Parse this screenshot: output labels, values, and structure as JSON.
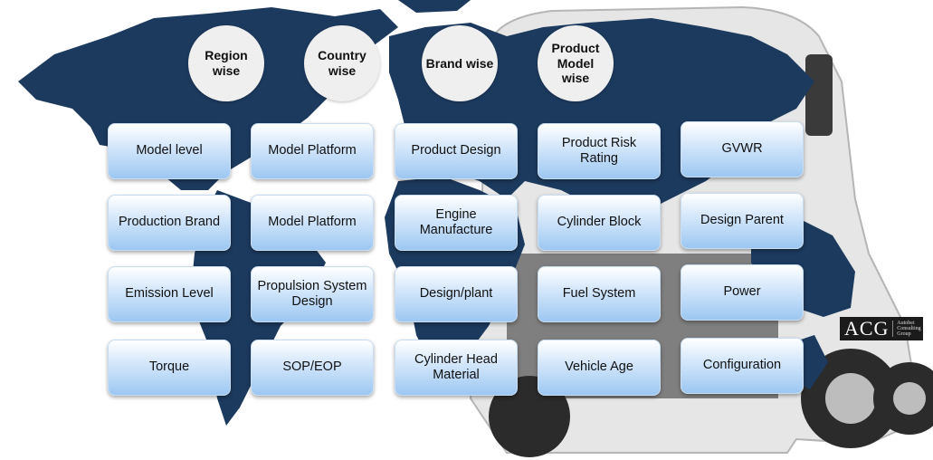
{
  "headers": [
    "Region wise",
    "Country wise",
    "Brand wise",
    "Product Model wise"
  ],
  "columns": [
    [
      "Model level",
      "Production Brand",
      "Emission Level",
      "Torque"
    ],
    [
      "Model Platform",
      "Model Platform",
      "Propulsion System Design",
      "SOP/EOP"
    ],
    [
      "Product Design",
      "Engine Manufacture",
      "Design/plant",
      "Cylinder Head Material"
    ],
    [
      "Product Risk Rating",
      "Cylinder Block",
      "Fuel System",
      "Vehicle Age"
    ],
    [
      "GVWR",
      "Design Parent",
      "Power",
      "Configuration"
    ]
  ],
  "logo": {
    "mark": "ACG",
    "name_lines": [
      "Autobei",
      "Consulting",
      "Group"
    ]
  },
  "colors": {
    "map": "#1c3a5e",
    "tile_top": "#ffffff",
    "tile_bottom": "#9cc7f1",
    "circle": "#efefef"
  }
}
